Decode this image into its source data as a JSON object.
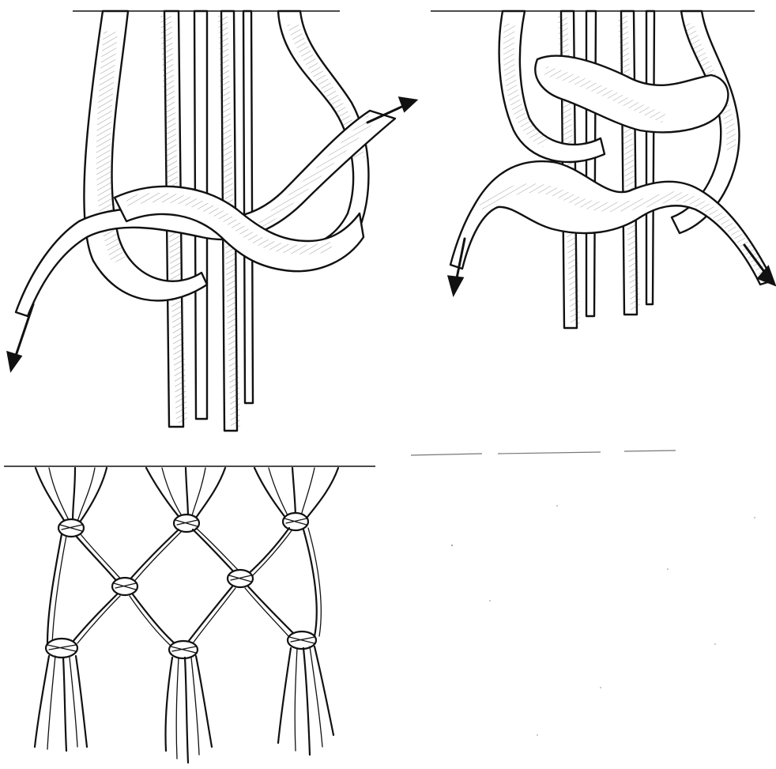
{
  "figure": {
    "panels": [
      {
        "id": "step-1",
        "description_key": "knot-step-1"
      },
      {
        "id": "step-2",
        "description_key": "knot-step-2"
      },
      {
        "id": "net",
        "description_key": "knotted-net"
      },
      {
        "id": "blank",
        "description_key": "blank-panel"
      }
    ]
  }
}
